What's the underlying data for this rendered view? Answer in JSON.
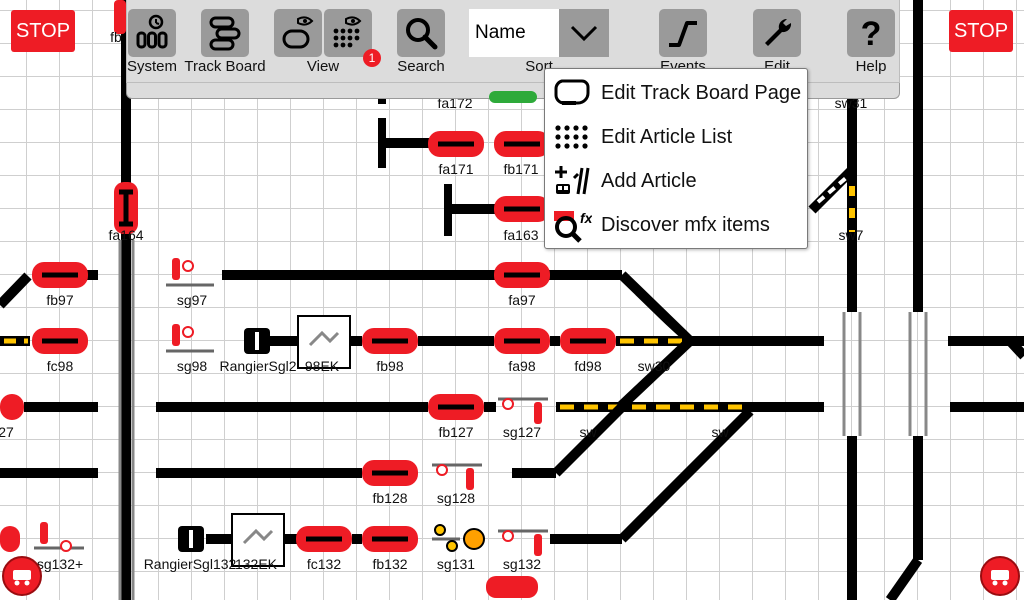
{
  "stop_buttons": {
    "left": "STOP",
    "right": "STOP"
  },
  "toolbar": {
    "system_label": "System",
    "trackboard_label": "Track Board",
    "view_label": "View",
    "view_badge": "1",
    "search_label": "Search",
    "sort_value": "Name",
    "sort_label": "Sort",
    "events_label": "Events",
    "edit_label": "Edit",
    "help_label": "Help"
  },
  "edit_menu": {
    "items": [
      {
        "label": "Edit Track Board Page",
        "icon": "track-page-icon"
      },
      {
        "label": "Edit Article List",
        "icon": "article-grid-icon"
      },
      {
        "label": "Add Article",
        "icon": "add-article-icon"
      },
      {
        "label": "Discover mfx items",
        "icon": "mfx-discover-icon"
      }
    ]
  },
  "track_labels": {
    "fb": "fb",
    "fa172": "fa172",
    "sw31": "sw31",
    "fa171": "fa171",
    "fb171": "fb171",
    "fa164": "fa164",
    "fa163": "fa163",
    "sw7": "sw7",
    "fb97": "fb97",
    "sg97": "sg97",
    "fa97": "fa97",
    "fc98": "fc98",
    "sg98": "sg98",
    "rangier2": "RangierSgl2",
    "ek98": "98EK",
    "fb98": "fb98",
    "fa98": "fa98",
    "fd98": "fd98",
    "sw30": "sw30",
    "b27": "27",
    "fb127": "fb127",
    "sg127": "sg127",
    "swA": "sw",
    "swB": "sw",
    "fb128": "fb128",
    "sg128": "sg128",
    "sg132p": "sg132+",
    "rangier132": "RangierSgl132",
    "ek132": "132EK",
    "fc132": "fc132",
    "fb132": "fb132",
    "sg131": "sg131",
    "sg132": "sg132"
  },
  "colors": {
    "accent": "#ee1c25",
    "track": "#000000",
    "occupied": "#ffc400",
    "toolbar": "#dcdcdc",
    "button": "#9a9a9a",
    "status_ok": "#2eaa3a"
  }
}
